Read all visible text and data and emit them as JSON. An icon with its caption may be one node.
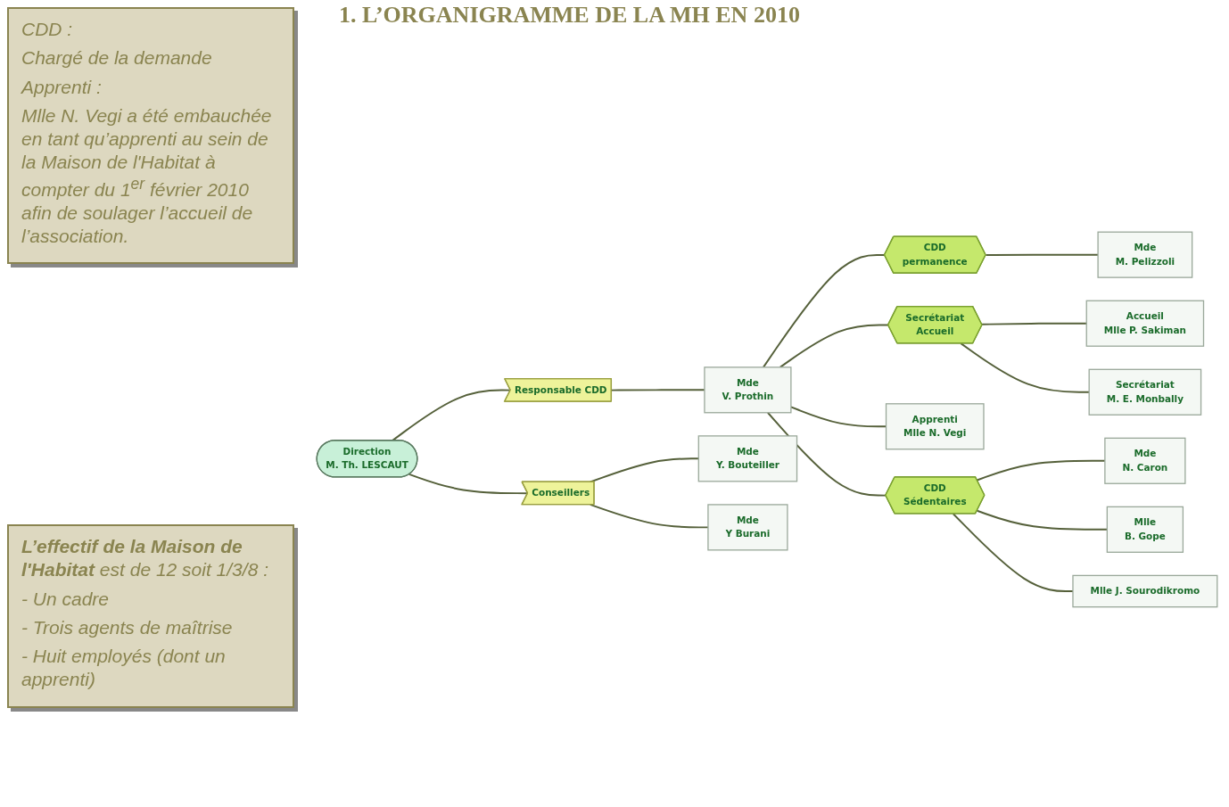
{
  "diagram": {
    "title": "1. L’ORGANIGRAMME DE LA MH EN 2010",
    "nodes": [
      {
        "text": [
          "CDD :",
          "Chargé de la demande",
          "Apprenti :",
          "Mlle N. Vegi a été embauchée en tant qu’apprenti au sein de la Maison de l'Habitat à compter du 1$^{er}$ février 2010 afin de soulager l’accueil de l’association."
        ]
      },
      {
        "text": [
          "Direction",
          "M. Th. LESCAUT"
        ]
      },
      {
        "text": [
          "Responsable CDD"
        ]
      },
      {
        "text": [
          "Conseillers"
        ]
      },
      {
        "text": [
          "Mde",
          "V. Prothin"
        ]
      },
      {
        "text": [
          "Mde",
          "Y. Bouteiller"
        ]
      },
      {
        "text": [
          "Mde",
          "Y Burani"
        ]
      },
      {
        "text": [
          "CDD",
          "permanence"
        ]
      },
      {
        "text": [
          "Secrétariat",
          "Accueil"
        ]
      },
      {
        "text": [
          "Apprenti",
          "Mlle N. Vegi"
        ]
      },
      {
        "text": [
          "CDD",
          "Sédentaires"
        ]
      },
      {
        "text": [
          "Mde",
          "M. Pelizzoli"
        ]
      },
      {
        "text": [
          "Accueil",
          "Mlle P. Sakiman"
        ]
      },
      {
        "text": [
          "Secrétariat",
          "M. E. Monbally"
        ]
      },
      {
        "text": [
          "Mde",
          "N. Caron"
        ]
      },
      {
        "text": [
          "Mlle",
          "B. Gope"
        ]
      },
      {
        "text": [
          "Mlle J. Sourodikromo"
        ]
      },
      {
        "text": [
          "**L’effectif de la Maison de l'Habitat** est de 12 soit 1/3/8 :",
          "- Un cadre",
          "- Trois agents de maîtrise",
          "- Huit employés (dont un apprenti)"
        ]
      }
    ],
    "edges": [
      {
        "from": 1,
        "to": 2,
        "arrow": "none"
      },
      {
        "from": 1,
        "to": 3,
        "arrow": "none"
      },
      {
        "from": 2,
        "to": 4,
        "arrow": "none"
      },
      {
        "from": 3,
        "to": 5,
        "arrow": "none"
      },
      {
        "from": 3,
        "to": 6,
        "arrow": "none"
      },
      {
        "from": 4,
        "to": 7,
        "arrow": "none"
      },
      {
        "from": 4,
        "to": 8,
        "arrow": "none"
      },
      {
        "from": 4,
        "to": 9,
        "arrow": "none"
      },
      {
        "from": 4,
        "to": 10,
        "arrow": "none"
      },
      {
        "from": 7,
        "to": 11,
        "arrow": "none"
      },
      {
        "from": 8,
        "to": 12,
        "arrow": "none"
      },
      {
        "from": 8,
        "to": 13,
        "arrow": "none"
      },
      {
        "from": 10,
        "to": 14,
        "arrow": "none"
      },
      {
        "from": 10,
        "to": 15,
        "arrow": "none"
      },
      {
        "from": 10,
        "to": 16,
        "arrow": "none"
      }
    ]
  }
}
